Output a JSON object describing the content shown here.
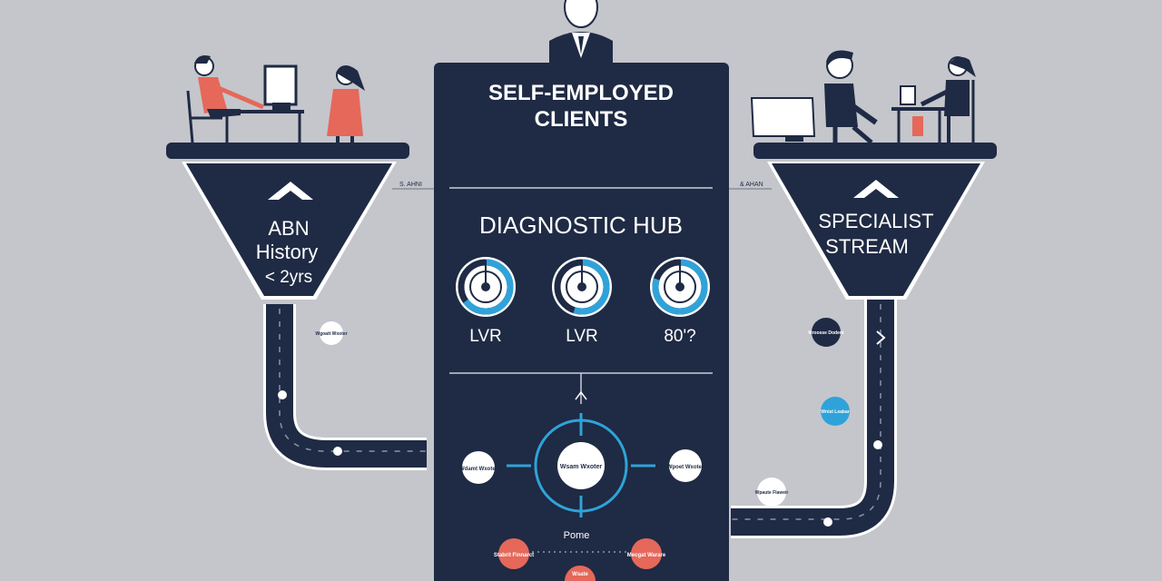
{
  "hub": {
    "title_line1": "SELF-EMPLOYED",
    "title_line2": "CLIENTS",
    "diagnostic_label": "DIAGNOSTIC HUB",
    "gauges": [
      {
        "label": "LVR",
        "fill": 0.65
      },
      {
        "label": "LVR",
        "fill": 0.55
      },
      {
        "label": "80'?",
        "fill": 0.8
      }
    ],
    "target_center_label": "Wsam Wxoter",
    "target_left_label": "Wdamt Wxoter",
    "target_right_label": "Wpoet Wxoter",
    "bottom_label": "Pome",
    "bottom_badges": [
      "Stabrit Finnarct",
      "Mecgat Warare",
      "Wsate"
    ]
  },
  "left_funnel": {
    "line1": "ABN",
    "line2": "History",
    "line3": "< 2yrs",
    "connector_label": "S. AHNI",
    "path_badge": "Wgoatt Wxoter"
  },
  "right_funnel": {
    "line1": "SPECIALIST",
    "line2": "STREAM",
    "connector_label": "& AHAN",
    "path_badges": [
      "Mroosse Dodent",
      "Wnist Leabar",
      "Wpaute Flaweir"
    ]
  },
  "colors": {
    "navy": "#1f2a44",
    "accent_blue": "#2fa3d9",
    "accent_red": "#e5685a",
    "background": "#c4c6cb"
  }
}
